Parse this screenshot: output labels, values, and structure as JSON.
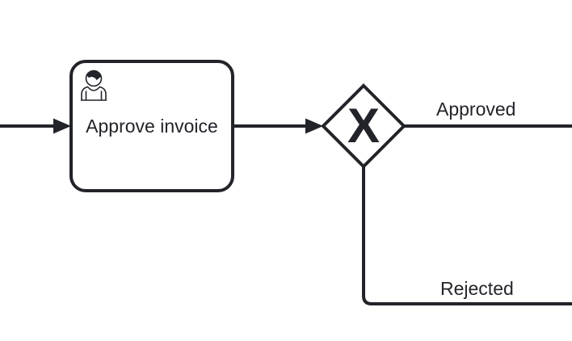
{
  "diagram": {
    "type": "bpmn-process",
    "task": {
      "label": "Approve invoice",
      "kind": "user-task",
      "icon": "user-icon"
    },
    "gateway": {
      "kind": "exclusive-gateway",
      "marker": "X"
    },
    "flows": [
      {
        "name": "incoming-flow",
        "label": ""
      },
      {
        "name": "task-to-gateway-flow",
        "label": ""
      },
      {
        "name": "approved-flow",
        "label": "Approved"
      },
      {
        "name": "rejected-flow",
        "label": "Rejected"
      }
    ],
    "colors": {
      "stroke": "#22242a",
      "fill": "#ffffff",
      "background": "#ffffff"
    }
  }
}
